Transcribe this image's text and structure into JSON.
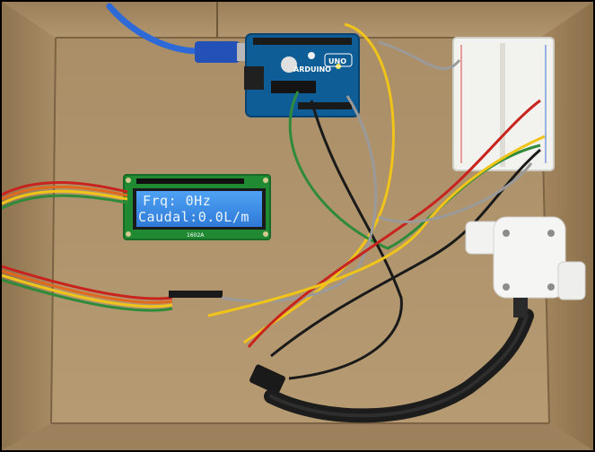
{
  "photo": {
    "lcd": {
      "line1": "Frq: 0Hz",
      "line2": "Caudal:0.0L/m",
      "model_label": "1602A"
    },
    "arduino": {
      "brand": "ARDUINO",
      "model": "UNO"
    },
    "colors": {
      "cardboard": "#b0936b",
      "lcd_backlight": "#3f8fe6",
      "board_blue": "#0f5d96",
      "wire_yellow": "#f0c419",
      "wire_red": "#c8231d",
      "wire_green": "#2f8a3a"
    }
  }
}
